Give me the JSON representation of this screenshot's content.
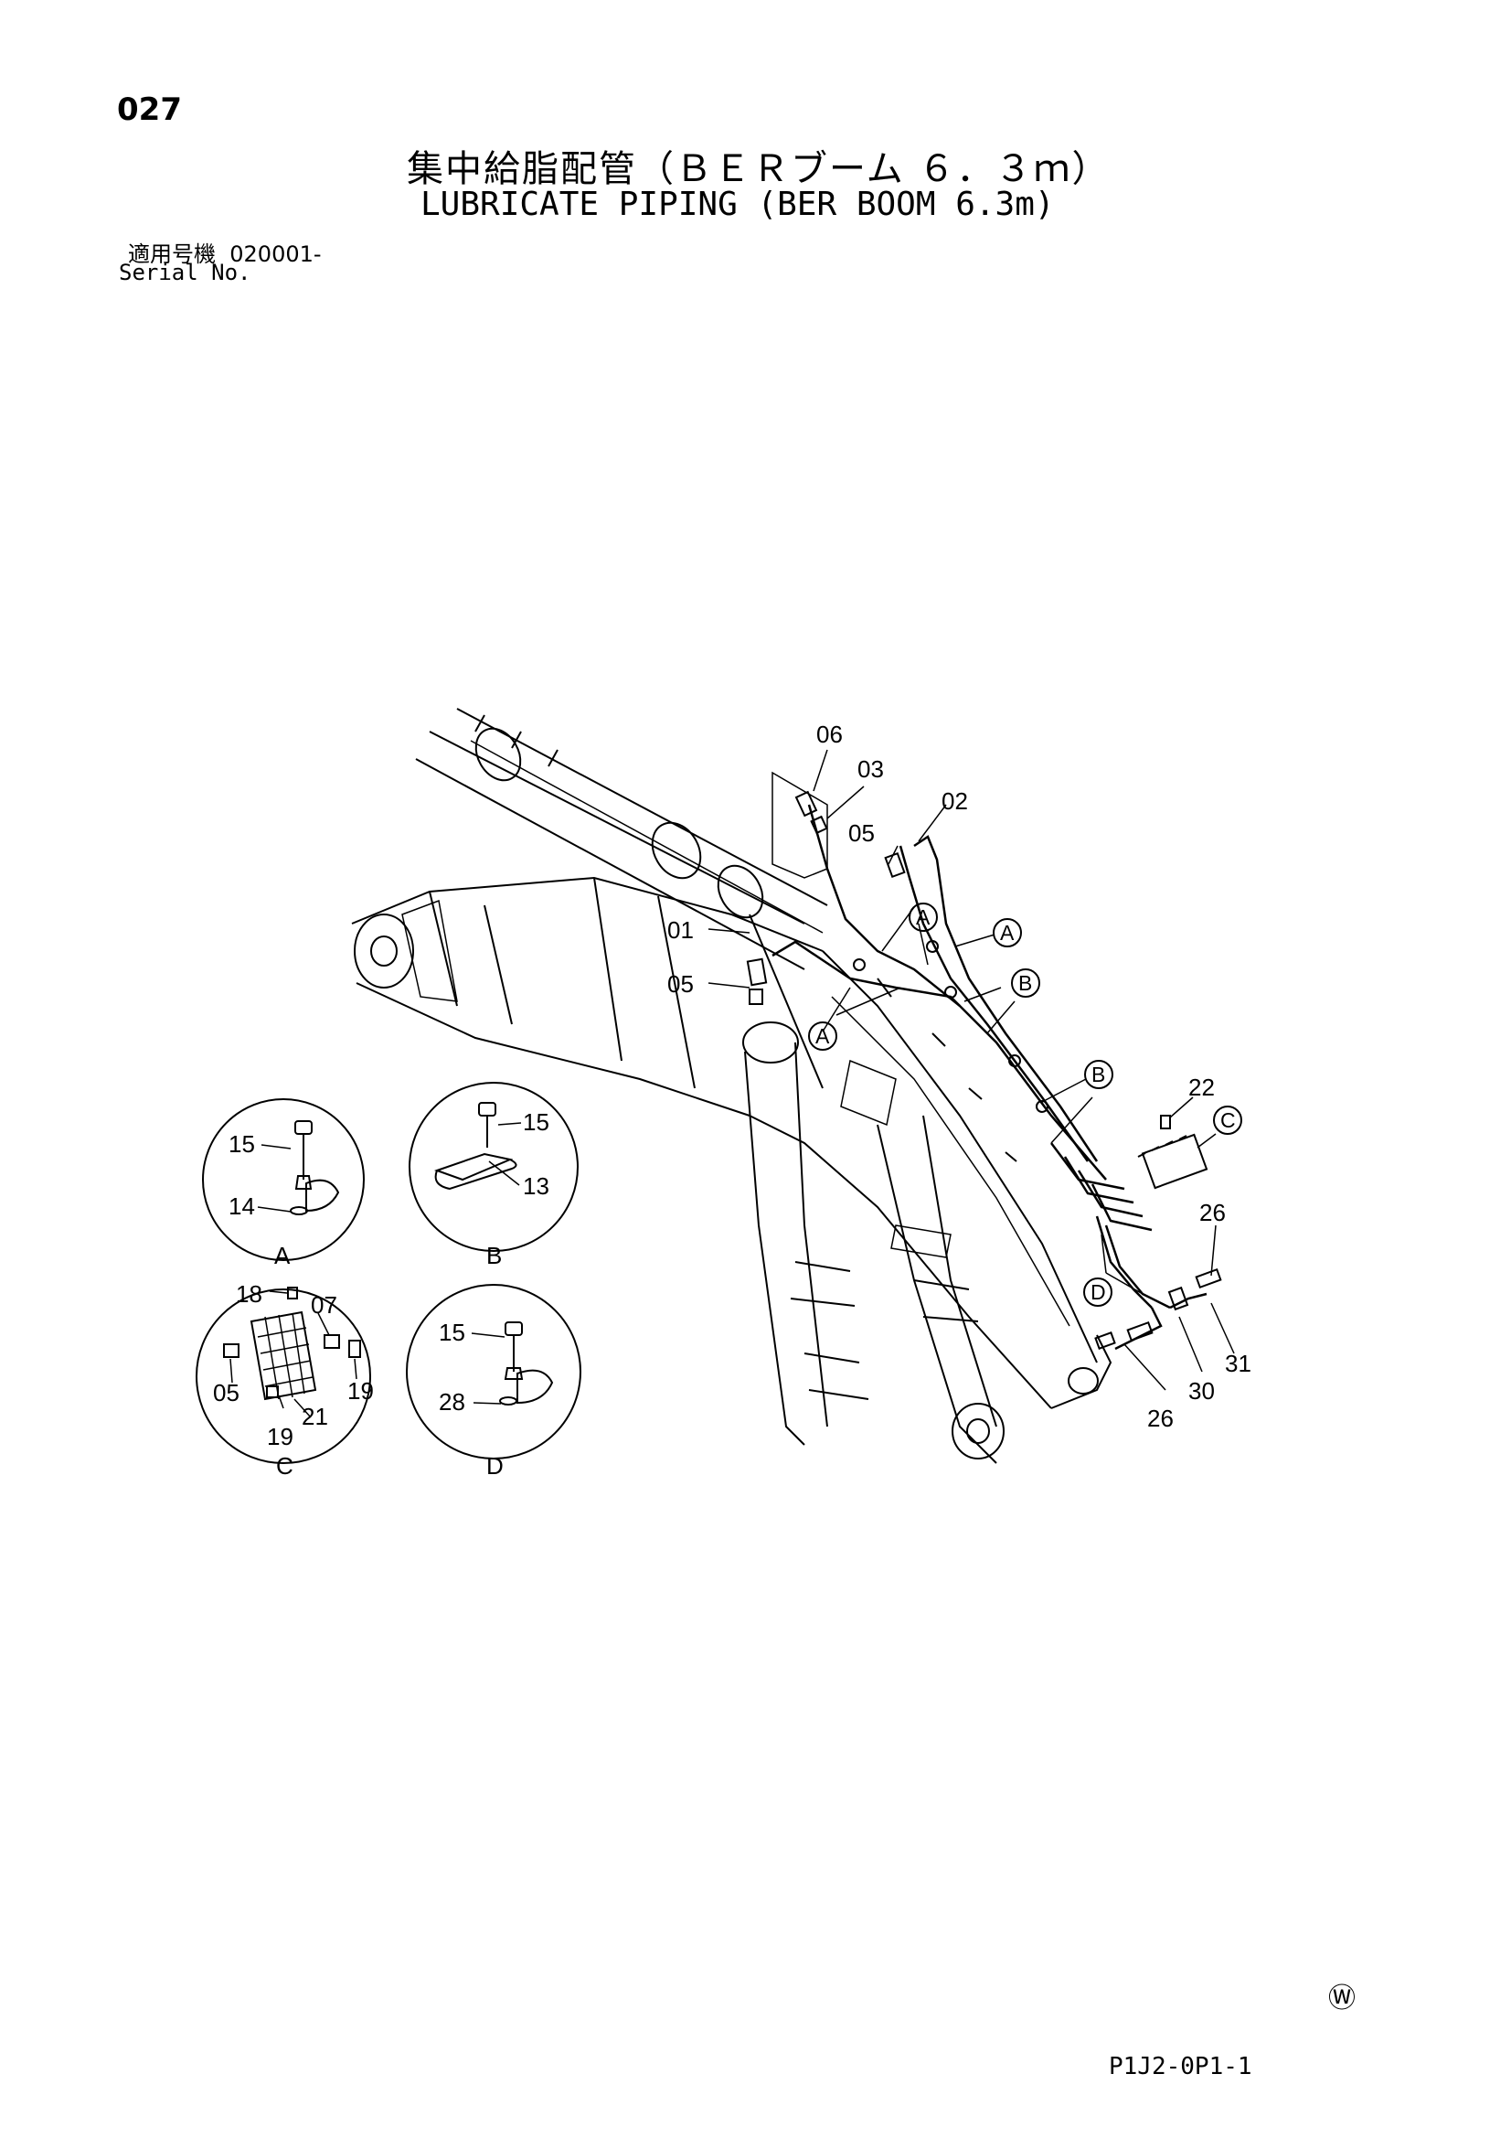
{
  "header": {
    "page_number": "027",
    "title_jp": "集中給脂配管（ＢＥＲブーム ６．３ｍ）",
    "title_en": "LUBRICATE PIPING (BER BOOM 6.3m)",
    "serial_label_jp": "適用号機",
    "serial_value": "020001-",
    "serial_label_en": "Serial No."
  },
  "footer": {
    "mark": "Ⓦ",
    "code": "P1J2-0P1-1"
  },
  "main_labels": {
    "p06": "06",
    "p03": "03",
    "p02": "02",
    "p05a": "05",
    "p01": "01",
    "p05b": "05",
    "p22": "22",
    "p26a": "26",
    "p31": "31",
    "p30": "30",
    "p26b": "26"
  },
  "callouts": {
    "a1": "A",
    "a2": "A",
    "a3": "A",
    "b1": "B",
    "b2": "B",
    "c1": "C",
    "d1": "D"
  },
  "details": {
    "A": {
      "caption": "A",
      "top": "15",
      "bottom": "14"
    },
    "B": {
      "caption": "B",
      "top": "15",
      "bottom": "13"
    },
    "C": {
      "caption": "C",
      "l18": "18",
      "l07": "07",
      "l05": "05",
      "l19a": "19",
      "l21": "21",
      "l19b": "19"
    },
    "D": {
      "caption": "D",
      "top": "15",
      "bottom": "28"
    }
  }
}
